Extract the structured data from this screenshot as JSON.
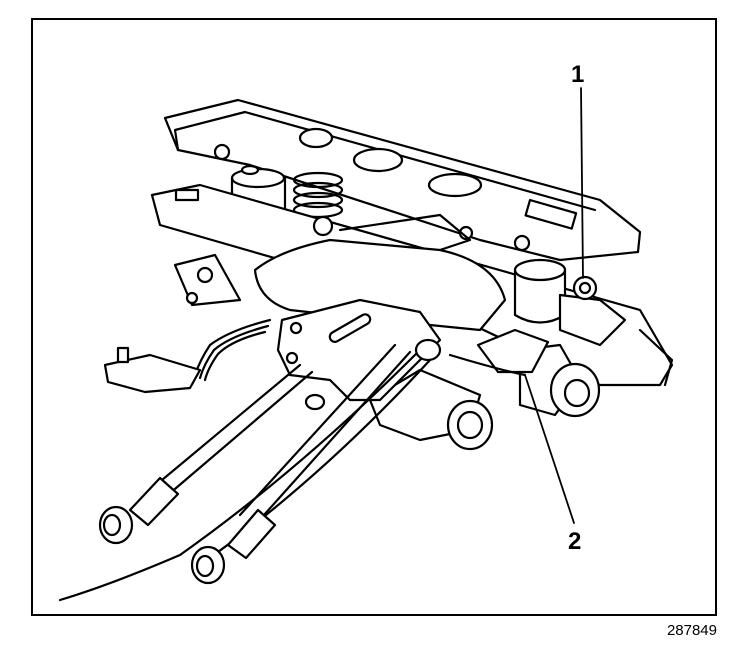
{
  "callouts": [
    {
      "id": "1",
      "text": "1"
    },
    {
      "id": "2",
      "text": "2"
    }
  ],
  "reference_number": "287849",
  "colors": {
    "line": "#000000",
    "background": "#ffffff"
  }
}
